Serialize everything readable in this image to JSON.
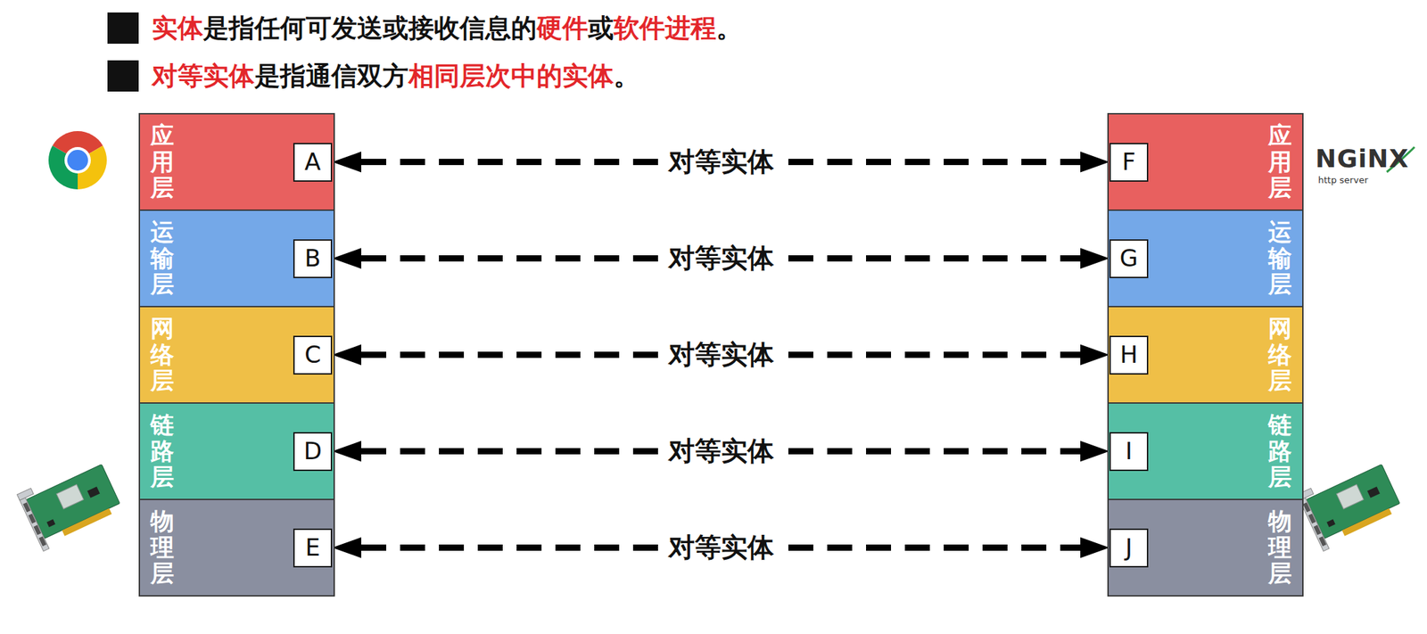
{
  "diagram": {
    "nodes": [
      {
        "text": [
          "应用层"
        ]
      },
      {
        "text": [
          "A"
        ],
        "in": 0
      },
      {
        "text": [
          "运输层"
        ]
      },
      {
        "text": [
          "B"
        ],
        "in": 2
      },
      {
        "text": [
          "网络层"
        ]
      },
      {
        "text": [
          "C"
        ],
        "in": 4
      },
      {
        "text": [
          "链路层"
        ]
      },
      {
        "text": [
          "D"
        ],
        "in": 6
      },
      {
        "text": [
          "物理层"
        ]
      },
      {
        "text": [
          "E"
        ],
        "in": 8
      },
      {
        "text": [
          "应用层"
        ]
      },
      {
        "text": [
          "F"
        ],
        "in": 10
      },
      {
        "text": [
          "运输层"
        ]
      },
      {
        "text": [
          "G"
        ],
        "in": 12
      },
      {
        "text": [
          "网络层"
        ]
      },
      {
        "text": [
          "H"
        ],
        "in": 14
      },
      {
        "text": [
          "链路层"
        ]
      },
      {
        "text": [
          "I"
        ],
        "in": 16
      },
      {
        "text": [
          "物理层"
        ]
      },
      {
        "text": [
          "J"
        ],
        "in": 18
      }
    ],
    "edges": [
      {
        "from": 1,
        "to": 11,
        "arrow": "both",
        "label": "对等实体"
      },
      {
        "from": 3,
        "to": 13,
        "arrow": "both",
        "label": "对等实体"
      },
      {
        "from": 5,
        "to": 15,
        "arrow": "both",
        "label": "对等实体"
      },
      {
        "from": 7,
        "to": 17,
        "arrow": "both",
        "label": "对等实体"
      },
      {
        "from": 9,
        "to": 19,
        "arrow": "both",
        "label": "对等实体"
      }
    ],
    "labels": [
      "实体",
      "是指任何可发送或接收信息的",
      "硬件",
      "或",
      "软件进程",
      "。",
      "对等实体",
      "是指通信双方",
      "相同层次中的实体",
      "。",
      "NGiNX",
      "http server"
    ]
  }
}
